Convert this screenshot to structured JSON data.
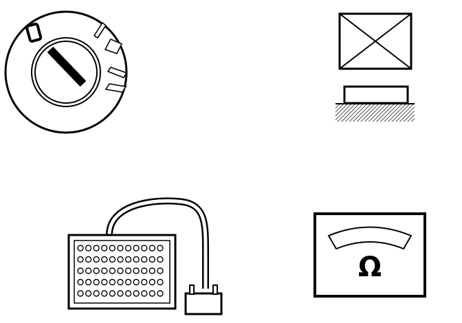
{
  "colors": {
    "ink": "#000000",
    "paper": "#ffffff"
  },
  "symbols": [
    {
      "id": "ignition-switch",
      "icon": "ignition-switch-icon"
    },
    {
      "id": "relay",
      "icon": "relay-icon"
    },
    {
      "id": "breakout-box",
      "icon": "breakout-box-icon",
      "grid_rows": 5,
      "grid_cols": 11
    },
    {
      "id": "ohmmeter",
      "icon": "ohmmeter-icon",
      "unit_symbol": "Ω"
    }
  ]
}
